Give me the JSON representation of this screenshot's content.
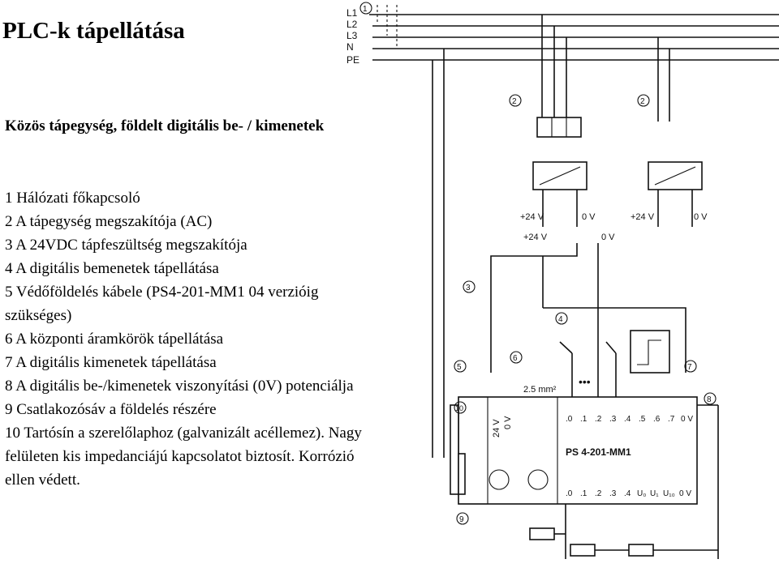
{
  "title": "PLC-k tápellátása",
  "subtitle": "Közös tápegység, földelt digitális be- / kimenetek",
  "items": [
    "1 Hálózati főkapcsoló",
    "2 A tápegység megszakítója (AC)",
    "3 A 24VDC tápfeszültség megszakítója",
    "4 A digitális bemenetek tápellátása",
    "5 Védőföldelés kábele (PS4-201-MM1 04 verzióig szükséges)",
    "6 A központi áramkörök tápellátása",
    "7 A digitális kimenetek tápellátása",
    "8 A digitális be-/kimenetek viszonyítási (0V) potenciálja",
    "9 Csatlakozósáv a földelés részére",
    "10 Tartósín a szerelőlaphoz (galvanizált acéllemez). Nagy felületen kis impedanciájú kapcsolatot biztosít. Korrózió ellen védett."
  ],
  "diagram": {
    "lines": [
      "L1",
      "L2",
      "L3",
      "N",
      "PE"
    ],
    "callouts": [
      "1",
      "2",
      "2",
      "3",
      "4",
      "5",
      "6",
      "7",
      "8",
      "9",
      "10"
    ],
    "v24": "+24 V",
    "v0": "0 V",
    "wire_cross_section": "2.5 mm²",
    "module_name": "PS 4-201-MM1",
    "ellipsis": "•••",
    "terminals_top": [
      ".0",
      ".1",
      ".2",
      ".3",
      ".4",
      ".5",
      ".6",
      ".7",
      "0 V"
    ],
    "terminals_bottom": [
      ".0",
      ".1",
      ".2",
      ".3",
      ".4",
      "U₀",
      "U₁",
      "U₁₀",
      "0 V"
    ],
    "module_left_labels": [
      "24 V",
      "0 V"
    ]
  }
}
